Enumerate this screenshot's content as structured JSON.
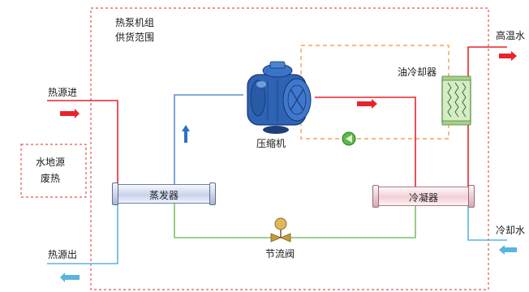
{
  "diagram": {
    "scope_title_line1": "热泵机组",
    "scope_title_line2": "供货范围",
    "heat_source_in": "热源进",
    "heat_source_out": "热源出",
    "waste_heat_line1": "水地源",
    "waste_heat_line2": "废热",
    "compressor": "压缩机",
    "evaporator": "蒸发器",
    "condenser": "冷凝器",
    "expansion_valve": "节流阀",
    "oil_cooler": "油冷却器",
    "hot_water_out": "高温水",
    "cooling_water_in": "冷却水"
  },
  "colors": {
    "hot_line": "#e8242a",
    "cold_line": "#5ab4e0",
    "liquid_line": "#7cc267",
    "oil_line": "#f3a25d",
    "refrigerant_vapor": "#5b8fd0",
    "scope_border": "#e0584a"
  }
}
